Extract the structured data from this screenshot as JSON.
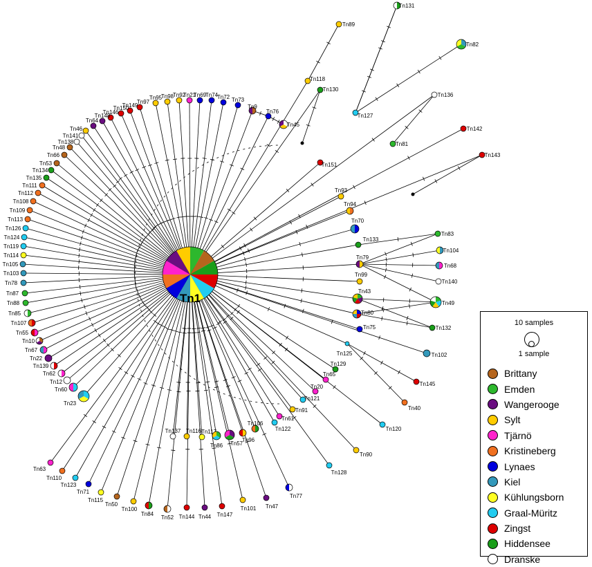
{
  "hub": {
    "label": "Tn1",
    "colors": [
      "#2db82d",
      "#b5651d",
      "#1a9e1a",
      "#dd0000",
      "#22ccf0",
      "#ffff22",
      "#3399bb",
      "#0000dd",
      "#f07020",
      "#ff22cc",
      "#6a0d80",
      "#ffcc00"
    ]
  },
  "haplotypes": [
    {
      "label": "Tn9",
      "colors": [
        "#b5651d",
        "#6a0d80"
      ]
    },
    {
      "label": "Tn73",
      "colors": [
        "#0000dd"
      ]
    },
    {
      "label": "Tn72",
      "colors": [
        "#0000dd"
      ]
    },
    {
      "label": "Tn74",
      "colors": [
        "#0000dd"
      ]
    },
    {
      "label": "Tn69",
      "colors": [
        "#0000dd"
      ]
    },
    {
      "label": "Tn21",
      "colors": [
        "#ff22cc"
      ]
    },
    {
      "label": "Tn92",
      "colors": [
        "#ffcc00"
      ]
    },
    {
      "label": "Tn98",
      "colors": [
        "#ffcc00"
      ]
    },
    {
      "label": "Tn95",
      "colors": [
        "#ffcc00"
      ]
    },
    {
      "label": "Tn97",
      "colors": [
        "#dd0000"
      ]
    },
    {
      "label": "Tn149",
      "colors": [
        "#dd0000"
      ]
    },
    {
      "label": "Tn150",
      "colors": [
        "#dd0000"
      ]
    },
    {
      "label": "Tn146",
      "colors": [
        "#dd0000"
      ]
    },
    {
      "label": "Tn148",
      "colors": [
        "#6a0d80"
      ]
    },
    {
      "label": "Tn64",
      "colors": [
        "#6a0d80"
      ]
    },
    {
      "label": "Tn46",
      "colors": [
        "#ffcc00"
      ]
    },
    {
      "label": "Tn141",
      "colors": [
        "#ffffff"
      ]
    },
    {
      "label": "Tn138",
      "colors": [
        "#ffffff"
      ]
    },
    {
      "label": "Tn48",
      "colors": [
        "#b5651d"
      ]
    },
    {
      "label": "Tn66",
      "colors": [
        "#b5651d"
      ]
    },
    {
      "label": "Tn53",
      "colors": [
        "#b5651d"
      ]
    },
    {
      "label": "Tn134",
      "colors": [
        "#1a9e1a"
      ]
    },
    {
      "label": "Tn135",
      "colors": [
        "#1a9e1a"
      ]
    },
    {
      "label": "Tn111",
      "colors": [
        "#f07020"
      ]
    },
    {
      "label": "Tn112",
      "colors": [
        "#f07020"
      ]
    },
    {
      "label": "Tn108",
      "colors": [
        "#f07020"
      ]
    },
    {
      "label": "Tn109",
      "colors": [
        "#f07020"
      ]
    },
    {
      "label": "Tn113",
      "colors": [
        "#f07020"
      ]
    },
    {
      "label": "Tn126",
      "colors": [
        "#22ccf0"
      ]
    },
    {
      "label": "Tn124",
      "colors": [
        "#22ccf0"
      ]
    },
    {
      "label": "Tn119",
      "colors": [
        "#22ccf0"
      ]
    },
    {
      "label": "Tn114",
      "colors": [
        "#ffff22"
      ]
    },
    {
      "label": "Tn105",
      "colors": [
        "#3399bb"
      ]
    },
    {
      "label": "Tn103",
      "colors": [
        "#3399bb"
      ]
    },
    {
      "label": "Tn78",
      "colors": [
        "#3399bb"
      ]
    },
    {
      "label": "Tn87",
      "colors": [
        "#2db82d"
      ]
    },
    {
      "label": "Tn88",
      "colors": [
        "#2db82d"
      ]
    },
    {
      "label": "Tn85",
      "colors": [
        "#2db82d",
        "#ffffff"
      ]
    },
    {
      "label": "Tn107",
      "colors": [
        "#dd0000",
        "#f07020"
      ]
    },
    {
      "label": "Tn55",
      "colors": [
        "#ff22cc",
        "#dd0000"
      ]
    },
    {
      "label": "Tn10",
      "colors": [
        "#b5651d",
        "#6a0d80",
        "#ffffff"
      ]
    },
    {
      "label": "Tn67",
      "colors": [
        "#ff22cc",
        "#3399bb"
      ]
    },
    {
      "label": "Tn22",
      "colors": [
        "#6a0d80"
      ]
    },
    {
      "label": "Tn139",
      "colors": [
        "#dd0000",
        "#ffffff"
      ]
    },
    {
      "label": "Tn62",
      "colors": [
        "#ff22cc",
        "#ffffff"
      ]
    },
    {
      "label": "Tn12",
      "colors": [
        "#ffffff"
      ]
    },
    {
      "label": "Tn60",
      "colors": [
        "#22ccf0",
        "#ff22cc"
      ]
    },
    {
      "label": "Tn23",
      "colors": [
        "#22ccf0",
        "#ffff22",
        "#3399bb"
      ]
    },
    {
      "label": "Tn63",
      "colors": [
        "#ff22cc"
      ]
    },
    {
      "label": "Tn110",
      "colors": [
        "#f07020"
      ]
    },
    {
      "label": "Tn123",
      "colors": [
        "#22ccf0"
      ]
    },
    {
      "label": "Tn71",
      "colors": [
        "#0000dd"
      ]
    },
    {
      "label": "Tn115",
      "colors": [
        "#ffff22"
      ]
    },
    {
      "label": "Tn50",
      "colors": [
        "#b5651d"
      ]
    },
    {
      "label": "Tn100",
      "colors": [
        "#ffcc00"
      ]
    },
    {
      "label": "Tn84",
      "colors": [
        "#1a9e1a",
        "#dd0000"
      ]
    },
    {
      "label": "Tn52",
      "colors": [
        "#ffffff",
        "#b5651d"
      ]
    },
    {
      "label": "Tn137",
      "colors": [
        "#ffffff"
      ]
    },
    {
      "label": "Tn144",
      "colors": [
        "#dd0000"
      ]
    },
    {
      "label": "Tn116",
      "colors": [
        "#ffcc00"
      ]
    },
    {
      "label": "Tn44",
      "colors": [
        "#6a0d80"
      ]
    },
    {
      "label": "Tn117",
      "colors": [
        "#ffff22"
      ]
    },
    {
      "label": "Tn147",
      "colors": [
        "#dd0000"
      ]
    },
    {
      "label": "Tn86",
      "colors": [
        "#2db82d",
        "#22ccf0",
        "#ffcc00"
      ]
    },
    {
      "label": "Tn57",
      "colors": [
        "#6a0d80",
        "#1a9e1a",
        "#ff22cc"
      ]
    },
    {
      "label": "Tn101",
      "colors": [
        "#ffcc00"
      ]
    },
    {
      "label": "Tn96",
      "colors": [
        "#ffcc00",
        "#dd0000"
      ]
    },
    {
      "label": "Tn106",
      "colors": [
        "#1a9e1a",
        "#f07020"
      ]
    },
    {
      "label": "Tn47",
      "colors": [
        "#6a0d80"
      ]
    },
    {
      "label": "Tn77",
      "colors": [
        "#ffffff",
        "#0000dd"
      ]
    },
    {
      "label": "Tn122",
      "colors": [
        "#22ccf0"
      ]
    },
    {
      "label": "Tn61",
      "colors": [
        "#ff22cc"
      ]
    },
    {
      "label": "Tn128",
      "colors": [
        "#22ccf0"
      ]
    },
    {
      "label": "Tn91",
      "colors": [
        "#ffcc00"
      ]
    },
    {
      "label": "Tn121",
      "colors": [
        "#22ccf0"
      ]
    },
    {
      "label": "Tn20",
      "colors": [
        "#ff22cc"
      ]
    },
    {
      "label": "Tn90",
      "colors": [
        "#ffcc00"
      ]
    },
    {
      "label": "Tn65",
      "colors": [
        "#ff22cc"
      ]
    },
    {
      "label": "Tn129",
      "colors": [
        "#1a9e1a"
      ]
    },
    {
      "label": "Tn120",
      "colors": [
        "#22ccf0"
      ]
    },
    {
      "label": "Tn125",
      "colors": [
        "#22ccf0"
      ]
    },
    {
      "label": "Tn40",
      "colors": [
        "#f07020"
      ]
    },
    {
      "label": "Tn145",
      "colors": [
        "#dd0000"
      ]
    },
    {
      "label": "Tn102",
      "colors": [
        "#3399bb"
      ]
    },
    {
      "label": "Tn75",
      "colors": [
        "#0000dd"
      ]
    },
    {
      "label": "Tn132",
      "colors": [
        "#1a9e1a"
      ]
    },
    {
      "label": "Tn80",
      "colors": [
        "#0000dd",
        "#dd0000",
        "#3399bb",
        "#ffcc00"
      ]
    },
    {
      "label": "Tn43",
      "colors": [
        "#2db82d",
        "#6a0d80",
        "#dd0000",
        "#1a9e1a",
        "#ffcc00"
      ]
    },
    {
      "label": "Tn49",
      "colors": [
        "#2db82d",
        "#22ccf0",
        "#ffcc00",
        "#1a9e1a",
        "#ffffff"
      ]
    },
    {
      "label": "Tn99",
      "colors": [
        "#ffcc00"
      ]
    },
    {
      "label": "Tn140",
      "colors": [
        "#ffffff"
      ]
    },
    {
      "label": "Tn79",
      "colors": [
        "#ffcc00",
        "#6a0d80"
      ]
    },
    {
      "label": "Tn68",
      "colors": [
        "#ff22cc",
        "#3399bb"
      ]
    },
    {
      "label": "Tn104",
      "colors": [
        "#3399bb",
        "#ffff22"
      ]
    },
    {
      "label": "Tn133",
      "colors": [
        "#1a9e1a"
      ]
    },
    {
      "label": "Tn83",
      "colors": [
        "#2db82d"
      ]
    },
    {
      "label": "Tn70",
      "colors": [
        "#0000dd",
        "#3399bb"
      ]
    },
    {
      "label": "Tn94",
      "colors": [
        "#f07020",
        "#ffcc00"
      ]
    },
    {
      "label": "Tn93",
      "colors": [
        "#ffcc00"
      ]
    },
    {
      "label": "Tn143",
      "colors": [
        "#dd0000"
      ]
    },
    {
      "label": "Tn142",
      "colors": [
        "#dd0000"
      ]
    },
    {
      "label": "Tn81",
      "colors": [
        "#2db82d"
      ]
    },
    {
      "label": "Tn151",
      "colors": [
        "#dd0000"
      ]
    },
    {
      "label": "Tn136",
      "colors": [
        "#ffffff"
      ]
    },
    {
      "label": "Tn127",
      "colors": [
        "#22ccf0"
      ]
    },
    {
      "label": "Tn131",
      "colors": [
        "#1a9e1a",
        "#ffffff"
      ]
    },
    {
      "label": "Tn82",
      "colors": [
        "#3399bb",
        "#2db82d",
        "#ffff22"
      ]
    },
    {
      "label": "Tn130",
      "colors": [
        "#1a9e1a"
      ]
    },
    {
      "label": "Tn118",
      "colors": [
        "#ffcc00"
      ]
    },
    {
      "label": "Tn89",
      "colors": [
        "#ffcc00"
      ]
    },
    {
      "label": "Tn76",
      "colors": [
        "#0000dd"
      ]
    },
    {
      "label": "Tn45",
      "colors": [
        "#ffffff",
        "#ffcc00",
        "#6a0d80"
      ]
    }
  ],
  "legend": {
    "size_title": "10 samples",
    "size_note": "1 sample",
    "items": [
      {
        "label": "Brittany",
        "color": "#b5651d"
      },
      {
        "label": "Emden",
        "color": "#2db82d"
      },
      {
        "label": "Wangerooge",
        "color": "#6a0d80"
      },
      {
        "label": "Sylt",
        "color": "#ffcc00"
      },
      {
        "label": "Tjärnö",
        "color": "#ff22cc"
      },
      {
        "label": "Kristineberg",
        "color": "#f07020"
      },
      {
        "label": "Lynaes",
        "color": "#0000dd"
      },
      {
        "label": "Kiel",
        "color": "#3399bb"
      },
      {
        "label": "Kühlungsborn",
        "color": "#ffff22"
      },
      {
        "label": "Graal-Müritz",
        "color": "#22ccf0"
      },
      {
        "label": "Zingst",
        "color": "#dd0000"
      },
      {
        "label": "Hiddensee",
        "color": "#1a9e1a"
      },
      {
        "label": "Dranske",
        "color": "#ffffff"
      }
    ]
  }
}
